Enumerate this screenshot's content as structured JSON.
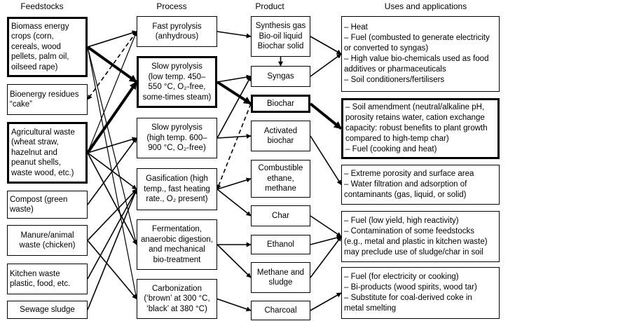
{
  "headers": {
    "feedstocks": "Feedstocks",
    "process": "Process",
    "product": "Product",
    "uses": "Uses and applications"
  },
  "feedstocks": [
    {
      "id": "f_biomass",
      "label": "Biomass energy\ncrops (corn,\ncereals, wood\npellets, palm oil,\noilseed rape)",
      "emphasis": true
    },
    {
      "id": "f_residues",
      "label": "Bioenergy residues\n“cake”",
      "emphasis": false
    },
    {
      "id": "f_agri",
      "label": "Agricultural waste\n(wheat straw,\nhazelnut and\npeanut shells,\nwaste wood, etc.)",
      "emphasis": true
    },
    {
      "id": "f_compost",
      "label": "Compost (green\nwaste)",
      "emphasis": false
    },
    {
      "id": "f_manure",
      "label": "Manure/animal\nwaste (chicken)",
      "emphasis": false
    },
    {
      "id": "f_kitchen",
      "label": "Kitchen waste\nplastic, food, etc.",
      "emphasis": false
    },
    {
      "id": "f_sewage",
      "label": "Sewage sludge",
      "emphasis": false
    }
  ],
  "processes": [
    {
      "id": "p_fast",
      "label": "Fast pyrolysis\n(anhydrous)",
      "emphasis": false
    },
    {
      "id": "p_slow_low",
      "label": "Slow pyrolysis\n(low temp. 450–\n550 °C, O₂-free,\nsome-times steam)",
      "emphasis": true
    },
    {
      "id": "p_slow_high",
      "label": "Slow pyrolysis\n(high temp. 600–\n900 °C, O₂-free)",
      "emphasis": false
    },
    {
      "id": "p_gasif",
      "label": "Gasification (high\ntemp., fast heating\nrate., O₂ present)",
      "emphasis": false
    },
    {
      "id": "p_ferm",
      "label": "Fermentation,\nanaerobic digestion,\nand mechanical\nbio-treatment",
      "emphasis": false
    },
    {
      "id": "p_carbon",
      "label": "Carbonization\n(‘brown’ at 300 °C,\n‘black’ at 380 °C)",
      "emphasis": false
    }
  ],
  "products": [
    {
      "id": "r_synth",
      "label": "Synthesis gas\nBio-oil liquid\nBiochar solid",
      "emphasis": false
    },
    {
      "id": "r_syngas",
      "label": "Syngas",
      "emphasis": false
    },
    {
      "id": "r_biochar",
      "label": "Biochar",
      "emphasis": true
    },
    {
      "id": "r_activated",
      "label": "Activated\nbiochar",
      "emphasis": false
    },
    {
      "id": "r_combust",
      "label": "Combustible\nethane,\nmethane",
      "emphasis": false
    },
    {
      "id": "r_char",
      "label": "Char",
      "emphasis": false
    },
    {
      "id": "r_ethanol",
      "label": "Ethanol",
      "emphasis": false
    },
    {
      "id": "r_methane",
      "label": "Methane and\nsludge",
      "emphasis": false
    },
    {
      "id": "r_charcoal",
      "label": "Charcoal",
      "emphasis": false
    }
  ],
  "uses": [
    {
      "id": "u_heat",
      "label": "– Heat\n– Fuel (combusted to generate electricity\nor converted to syngas)\n– High value bio-chemicals used as food\nadditives or pharmaceuticals\n– Soil conditioners/fertilisers",
      "emphasis": false
    },
    {
      "id": "u_soil",
      "label": "– Soil amendment (neutral/alkaline pH,\nporosity retains water, cation exchange\ncapacity: robust benefits to plant growth\ncompared to high-temp char)\n– Fuel (cooking and heat)",
      "emphasis": true
    },
    {
      "id": "u_porosity",
      "label": "– Extreme porosity and surface area\n– Water filtration and adsorption of\ncontaminants (gas, liquid, or solid)",
      "emphasis": false
    },
    {
      "id": "u_fuel_low",
      "label": "– Fuel (low yield, high reactivity)\n– Contamination of some feedstocks\n(e.g., metal and plastic in kitchen waste)\nmay preclude use of sludge/char in soil",
      "emphasis": false
    },
    {
      "id": "u_fuel_elec",
      "label": "– Fuel (for electricity or cooking)\n– Bi-products (wood spirits, wood tar)\n– Substitute for coal-derived coke in\nmetal smelting",
      "emphasis": false
    }
  ],
  "links": [
    {
      "from": "f_biomass",
      "to": "p_fast",
      "style": "solid"
    },
    {
      "from": "f_biomass",
      "to": "p_slow_low",
      "style": "thick"
    },
    {
      "from": "f_biomass",
      "to": "p_ferm",
      "style": "thin"
    },
    {
      "from": "f_biomass",
      "to": "p_carbon",
      "style": "thin"
    },
    {
      "from": "p_fast",
      "to": "f_residues",
      "style": "dashed"
    },
    {
      "from": "f_agri",
      "to": "p_fast",
      "style": "thin"
    },
    {
      "from": "f_agri",
      "to": "p_slow_low",
      "style": "thick"
    },
    {
      "from": "f_agri",
      "to": "p_slow_high",
      "style": "solid"
    },
    {
      "from": "f_agri",
      "to": "p_gasif",
      "style": "solid"
    },
    {
      "from": "f_agri",
      "to": "p_ferm",
      "style": "solid"
    },
    {
      "from": "f_compost",
      "to": "p_slow_high",
      "style": "solid"
    },
    {
      "from": "f_manure",
      "to": "p_gasif",
      "style": "solid"
    },
    {
      "from": "f_manure",
      "to": "p_carbon",
      "style": "solid"
    },
    {
      "from": "f_kitchen",
      "to": "p_gasif",
      "style": "solid"
    },
    {
      "from": "f_sewage",
      "to": "p_gasif",
      "style": "solid"
    },
    {
      "from": "p_fast",
      "to": "r_synth",
      "style": "solid"
    },
    {
      "from": "r_synth",
      "to": "r_syngas",
      "style": "solid"
    },
    {
      "from": "p_slow_low",
      "to": "r_syngas",
      "style": "solid"
    },
    {
      "from": "p_slow_low",
      "to": "r_biochar",
      "style": "thick"
    },
    {
      "from": "p_slow_high",
      "to": "r_syngas",
      "style": "solid"
    },
    {
      "from": "p_slow_high",
      "to": "r_activated",
      "style": "solid"
    },
    {
      "from": "r_biochar",
      "to": "p_gasif",
      "style": "dashed"
    },
    {
      "from": "p_gasif",
      "to": "r_combust",
      "style": "solid"
    },
    {
      "from": "p_gasif",
      "to": "r_char",
      "style": "solid"
    },
    {
      "from": "p_ferm",
      "to": "r_ethanol",
      "style": "solid"
    },
    {
      "from": "p_ferm",
      "to": "r_methane",
      "style": "solid"
    },
    {
      "from": "p_carbon",
      "to": "r_charcoal",
      "style": "solid"
    },
    {
      "from": "r_synth",
      "to": "u_heat",
      "style": "solid"
    },
    {
      "from": "r_syngas",
      "to": "u_heat",
      "style": "solid"
    },
    {
      "from": "r_biochar",
      "to": "u_soil",
      "style": "thick"
    },
    {
      "from": "r_activated",
      "to": "u_porosity",
      "style": "solid"
    },
    {
      "from": "r_char",
      "to": "u_fuel_low",
      "style": "solid"
    },
    {
      "from": "r_ethanol",
      "to": "u_fuel_low",
      "style": "solid"
    },
    {
      "from": "r_methane",
      "to": "u_fuel_low",
      "style": "solid"
    },
    {
      "from": "r_charcoal",
      "to": "u_fuel_elec",
      "style": "solid"
    }
  ]
}
